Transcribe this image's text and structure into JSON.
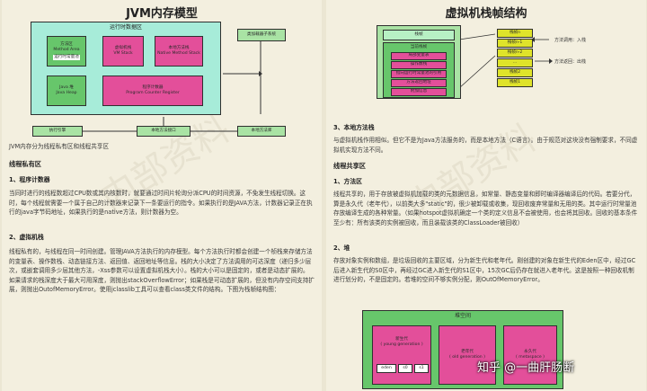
{
  "left": {
    "title": "JVM内存模型",
    "diagram": {
      "runtime_area": "运行时数据区",
      "method_area": [
        "方法区",
        "Method Area",
        "运行时常量池"
      ],
      "vm_stack": [
        "虚拟机栈",
        "VM Stack"
      ],
      "native_stack": [
        "本地方法栈",
        "Native Method Stack"
      ],
      "heap": [
        "Java 堆",
        "Java Heap"
      ],
      "pc": [
        "程序计数器",
        "Program Counter Register"
      ],
      "class_loader": "类加载器子系统",
      "exec_engine": "执行引擎",
      "native_iface": "本地方法接口",
      "native_lib": "本地方法库"
    },
    "caption": "JVM内存分为线程私有区和线程共享区",
    "section1": "线程私有区",
    "sub1": "1、程序计数器",
    "p1": "当同时进行的线程数超过CPU数或其内核数时，就要通过时间片轮询分派CPU的时间资源，不免发生线程切换。这时，每个线程就需要一个属于自己的计数器来记录下一条要运行的指令。如果执行的是JAVA方法，计数器记录正在执行的java字节码地址，如果执行的是native方法，则计数器为空。",
    "sub2": "2、虚拟机栈",
    "p2": "线程私有的，与线程在同一时间创建。管理JAVA方法执行的内存模型。每个方法执行时都会创建一个桢栈来存储方法的变量表、操作数栈、动态链接方法、返回值、返回地址等信息。栈的大小决定了方法调用的可达深度（递归多少层次，或嵌套调用多少层其他方法，-Xss参数可以设置虚拟机栈大小）。栈的大小可以是固定的，或者是动态扩展的。如果请求的栈深度大于最大可用深度，则抛出stackOverflowError；如果栈是可动态扩展的，但没有内存空间支持扩展，则抛出OutofMemoryError。使用jclasslib工具可以查看class类文件的结构。下图为栈帧结构图："
  },
  "right": {
    "title": "虚拟机栈帧结构",
    "diagram": {
      "frame": "栈帧",
      "frame_inner": [
        "栈帧",
        "当前栈帧"
      ],
      "items": [
        "局部变量表",
        "操作数栈",
        "指向运行时常量池的引用",
        "方法返回地址",
        "附加信息"
      ],
      "stack": [
        "栈帧n",
        "栈帧n-1",
        "栈帧n-2",
        "...",
        "栈帧2",
        "栈帧1"
      ],
      "push": "方法调用：入栈",
      "pop": "方法返回：出栈"
    },
    "sub3": "3、本地方法栈",
    "p3": "与虚拟机栈作用相似。但它不是为Java方法服务的，而是本地方法（C语言）。由于规范对这块没有强制要求，不同虚拟机实现方法不同。",
    "section2": "线程共享区",
    "sub4": "1、方法区",
    "p4": "线程共享的，用于存放被虚拟机加载的类的元数据信息，如常量、静态变量和即时编译器编译后的代码。若要分代，算是永久代（老年代），以前类大多\"static\"的，很少被卸载或收集，现回收废弃常量和无用的类。其中运行时常量池存放编译生成的各种常量。（如果hotspot虚拟机确定一个类的定义信息不会被使用，也会将其回收。回收的基本条件至少有：所有该类的实例被回收，而且装载该类的ClassLoader被回收）",
    "sub5": "2、堆",
    "p5": "存放对象实例和数组，是垃圾回收的主要区域，分为新生代和老年代。刚创建的对象在新生代的Eden区中，经过GC后进入新生代的S0区中，再经过GC进入新生代的S1区中，15次GC后仍存在就进入老年代。这是按照一种回收机制进行划分的，不是固定的。若堆的空间不够实例分配，则OutOfMemoryError。",
    "heap_diagram": {
      "title": "堆空间",
      "young": [
        "新生代",
        "( young generation )"
      ],
      "eden": "eden",
      "s0": "s0",
      "s1": "s1",
      "old": [
        "老年代",
        "( old generation )"
      ],
      "perm": [
        "永久代",
        "( metaspace )"
      ]
    },
    "watermark": "知乎 @一曲肝肠断"
  }
}
